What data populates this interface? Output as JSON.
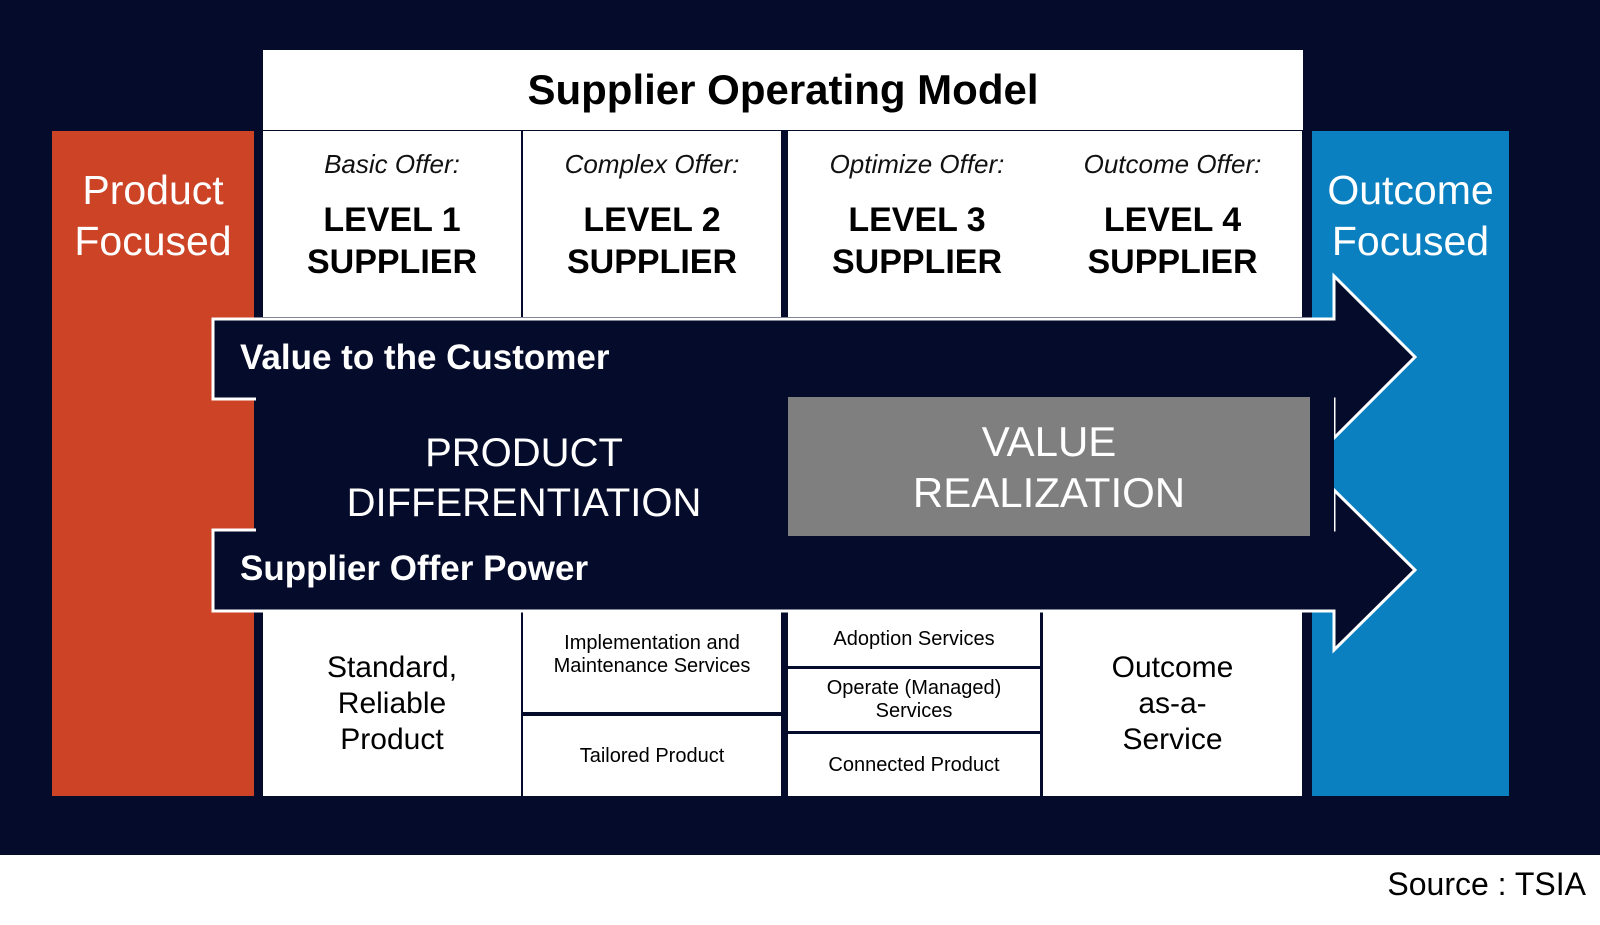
{
  "title": "Supplier Operating Model",
  "left_side": {
    "line1": "Product",
    "line2": "Focused",
    "color": "#cc4326"
  },
  "right_side": {
    "line1": "Outcome",
    "line2": "Focused",
    "color": "#0a80c0"
  },
  "levels": [
    {
      "offer": "Basic Offer:",
      "level": "LEVEL 1",
      "supplier": "SUPPLIER"
    },
    {
      "offer": "Complex Offer:",
      "level": "LEVEL 2",
      "supplier": "SUPPLIER"
    },
    {
      "offer": "Optimize Offer:",
      "level": "LEVEL 3",
      "supplier": "SUPPLIER"
    },
    {
      "offer": "Outcome Offer:",
      "level": "LEVEL 4",
      "supplier": "SUPPLIER"
    }
  ],
  "arrows": {
    "top_label": "Value to the Customer",
    "bottom_label": "Supplier Offer Power",
    "color": "#050b2a"
  },
  "band": {
    "left_line1": "PRODUCT",
    "left_line2": "DIFFERENTIATION",
    "right_line1": "VALUE",
    "right_line2": "REALIZATION",
    "right_color": "#7f7f7f"
  },
  "bottom": {
    "col1": {
      "line1": "Standard,",
      "line2": "Reliable",
      "line3": "Product"
    },
    "col2": {
      "top": "Implementation and Maintenance Services",
      "bottom": "Tailored Product"
    },
    "col3": {
      "top": "Adoption Services",
      "middle": "Operate (Managed) Services",
      "bottom": "Connected Product"
    },
    "col4": {
      "line1": "Outcome",
      "line2": "as-a-",
      "line3": "Service"
    }
  },
  "source": "Source : TSIA"
}
